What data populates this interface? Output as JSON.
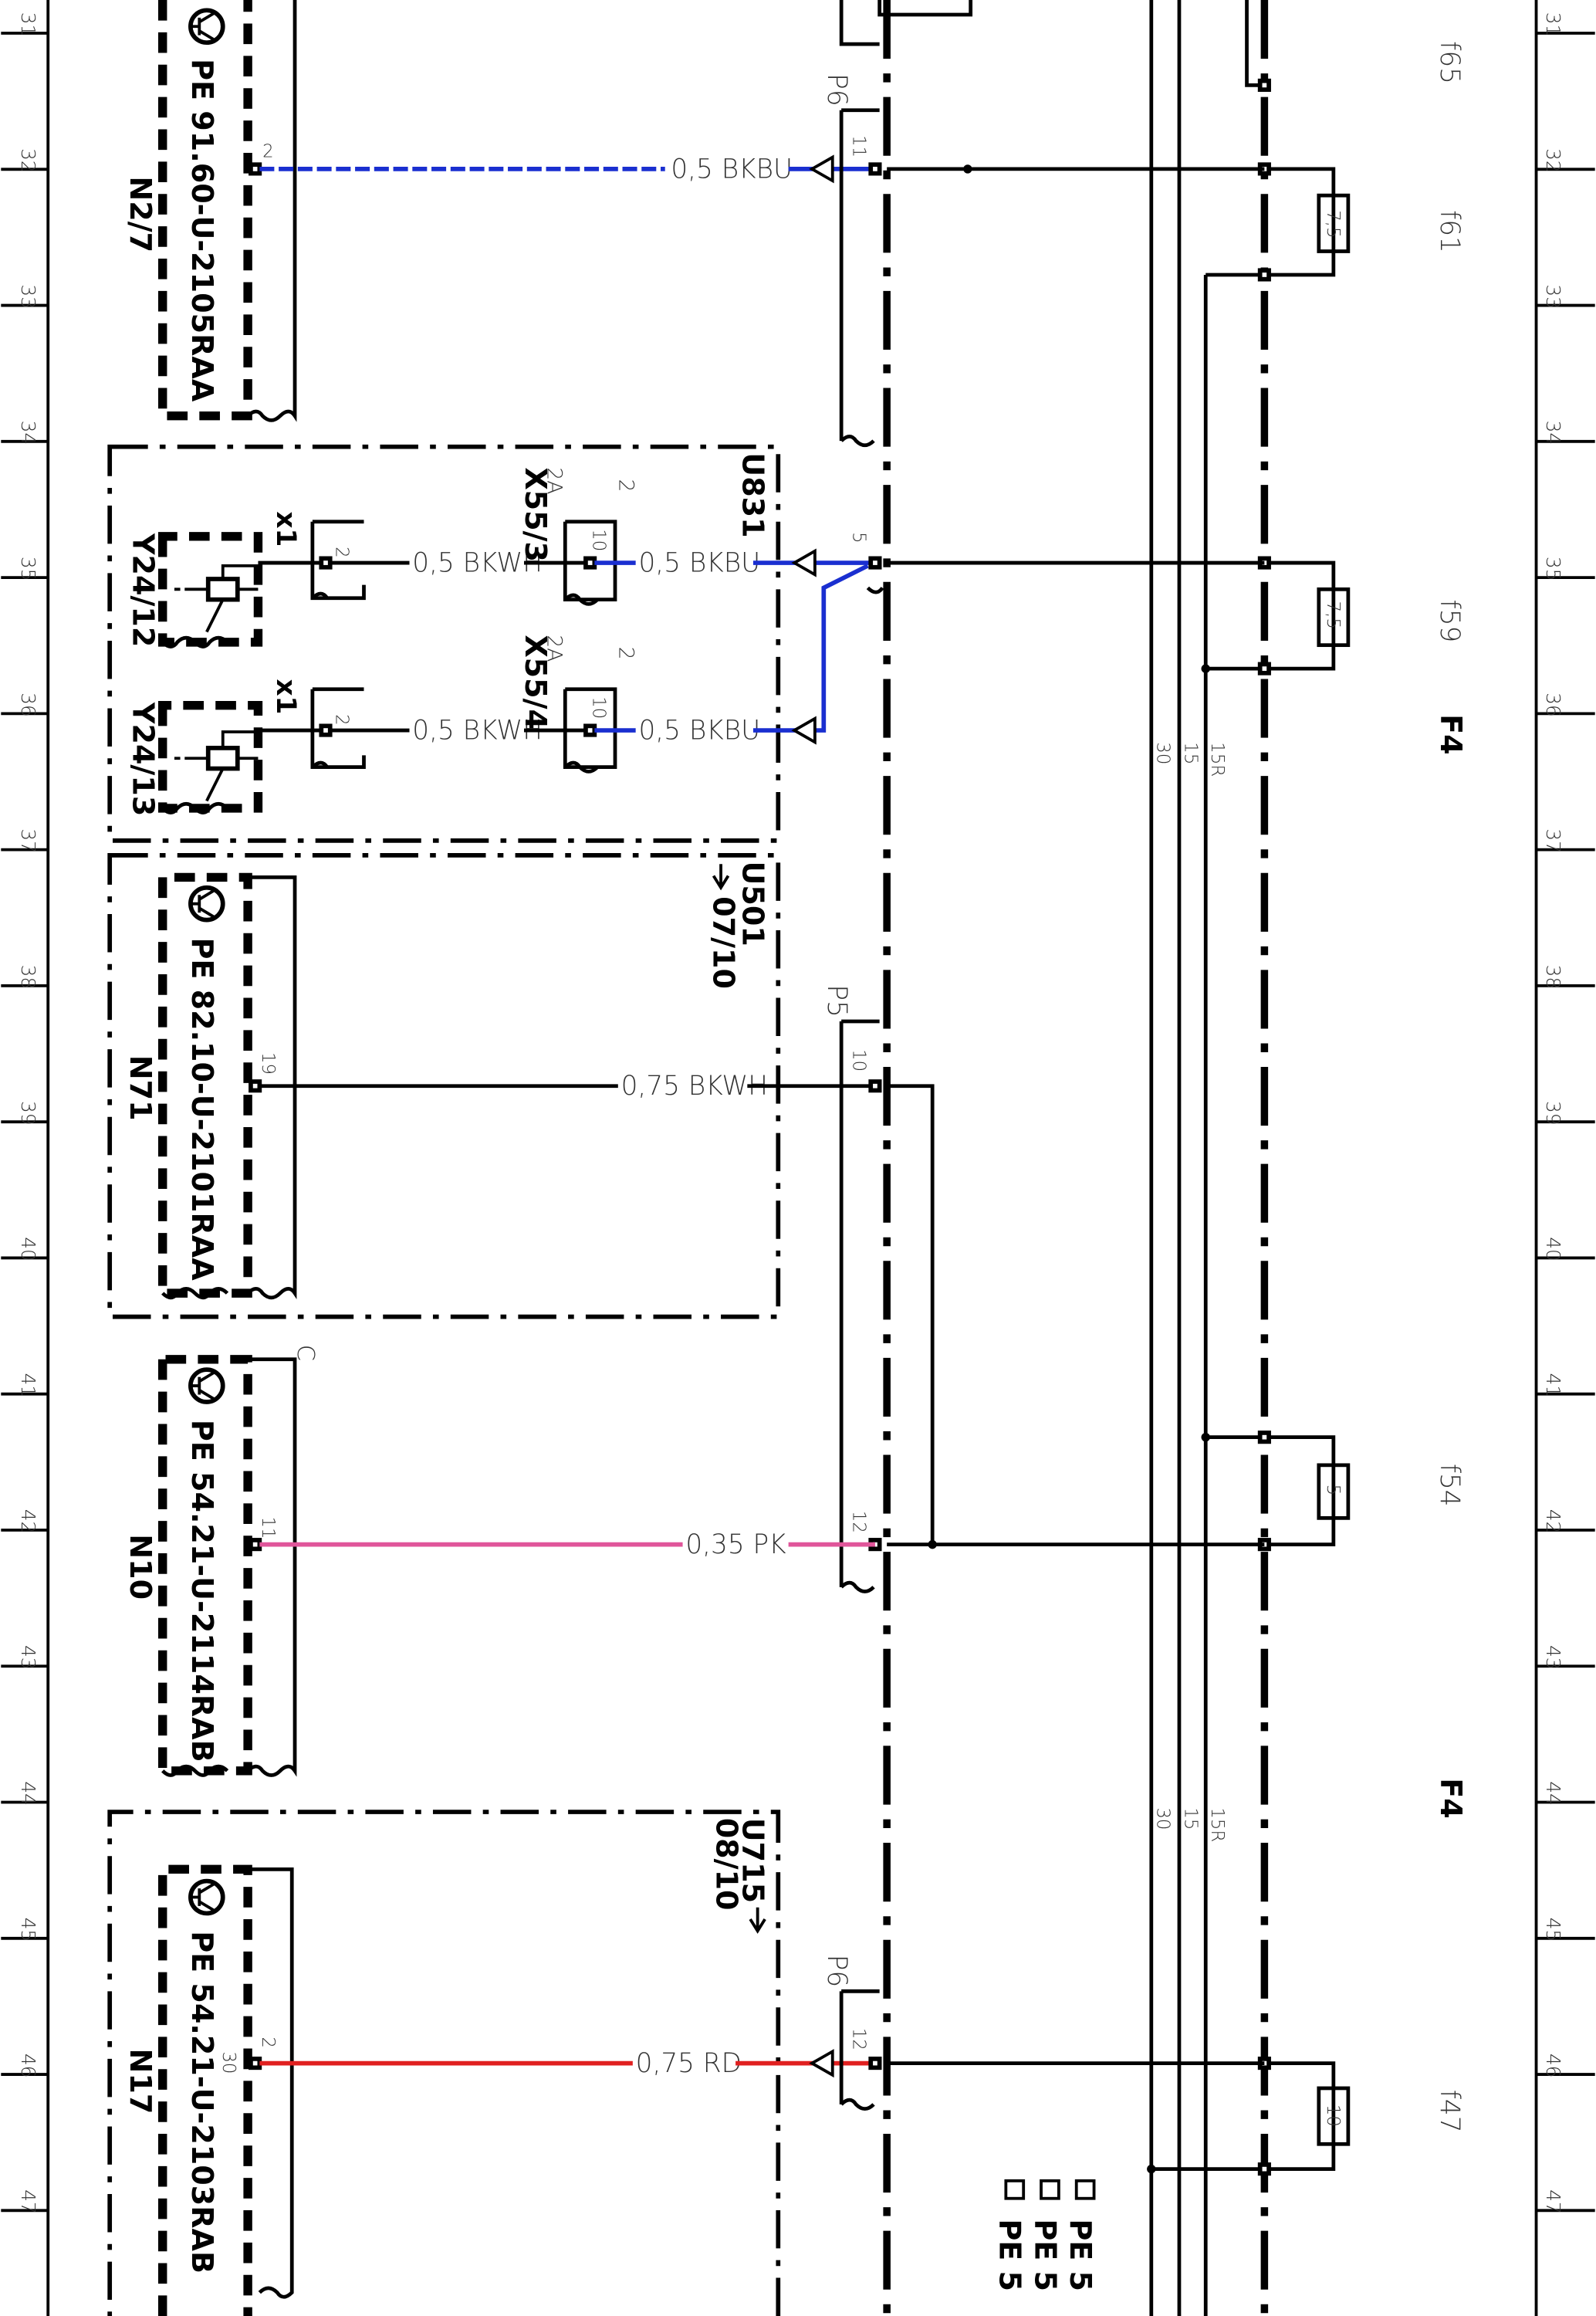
{
  "colors": {
    "bkbu": "#1a2fd0",
    "pk": "#e0559a",
    "rd": "#e02020",
    "black": "#000000"
  },
  "grid_rows": [
    "31",
    "32",
    "33",
    "34",
    "35",
    "36",
    "37",
    "38",
    "39",
    "40",
    "41",
    "42",
    "43",
    "44",
    "45",
    "46",
    "47"
  ],
  "fuse_block_label_1": "F4",
  "fuse_block_label_2": "F4",
  "bus_labels": [
    "30",
    "15",
    "15R"
  ],
  "fuses": [
    {
      "id": "f65",
      "rating": ""
    },
    {
      "id": "f61",
      "rating": "7,5"
    },
    {
      "id": "f59",
      "rating": "7,5"
    },
    {
      "id": "f54",
      "rating": "5"
    },
    {
      "id": "f47",
      "rating": "10"
    }
  ],
  "connectors": {
    "p6_top": "P6",
    "p5": "P5",
    "p6_bottom": "P6",
    "x55_3": "X55/3",
    "x55_4": "X55/4",
    "x1_a": "x1",
    "x1_b": "x1"
  },
  "modules": {
    "n2_7": {
      "name": "N2/7",
      "ref": "PE 91.60-U-2105RAA"
    },
    "n71": {
      "name": "N71",
      "ref": "PE 82.10-U-2101RAA"
    },
    "n10": {
      "name": "N10",
      "ref": "PE 54.21-U-2114RAB"
    },
    "n17": {
      "name": "N17",
      "ref": "PE 54.21-U-2103RAB"
    },
    "y24_12": "Y24/12",
    "y24_13": "Y24/13"
  },
  "splices": {
    "u831": "U831",
    "u501": "U501",
    "u501_ref": "07/10",
    "u715": "U715",
    "u715_ref": "08/10"
  },
  "wires": {
    "w_n2_7": "0,5 BKBU",
    "w_y24_12_a": "0,5 BKWH",
    "w_y24_12_b": "0,5 BKBU",
    "w_y24_13_a": "0,5 BKWH",
    "w_y24_13_b": "0,5 BKBU",
    "w_n71": "0,75 BKWH",
    "w_n10": "0,35 PK",
    "w_n17": "0,75 RD"
  },
  "pins": {
    "n2_7": "2",
    "p6_top": "11",
    "u831": "5",
    "x55_3_top": "2",
    "x55_3_2a": "2A",
    "x55_3_in": "10",
    "x55_4_top": "2",
    "x55_4_2a": "2A",
    "x55_4_in": "10",
    "x1_a": "2",
    "x1_b": "2",
    "n71": "19",
    "p5_10": "10",
    "n10": "11",
    "p5_12": "12",
    "n17_2": "2",
    "n17_30": "30",
    "p6_12": "12",
    "c_label": "C"
  },
  "bottom_refs": [
    "PE 5",
    "PE 5",
    "PE 5"
  ]
}
